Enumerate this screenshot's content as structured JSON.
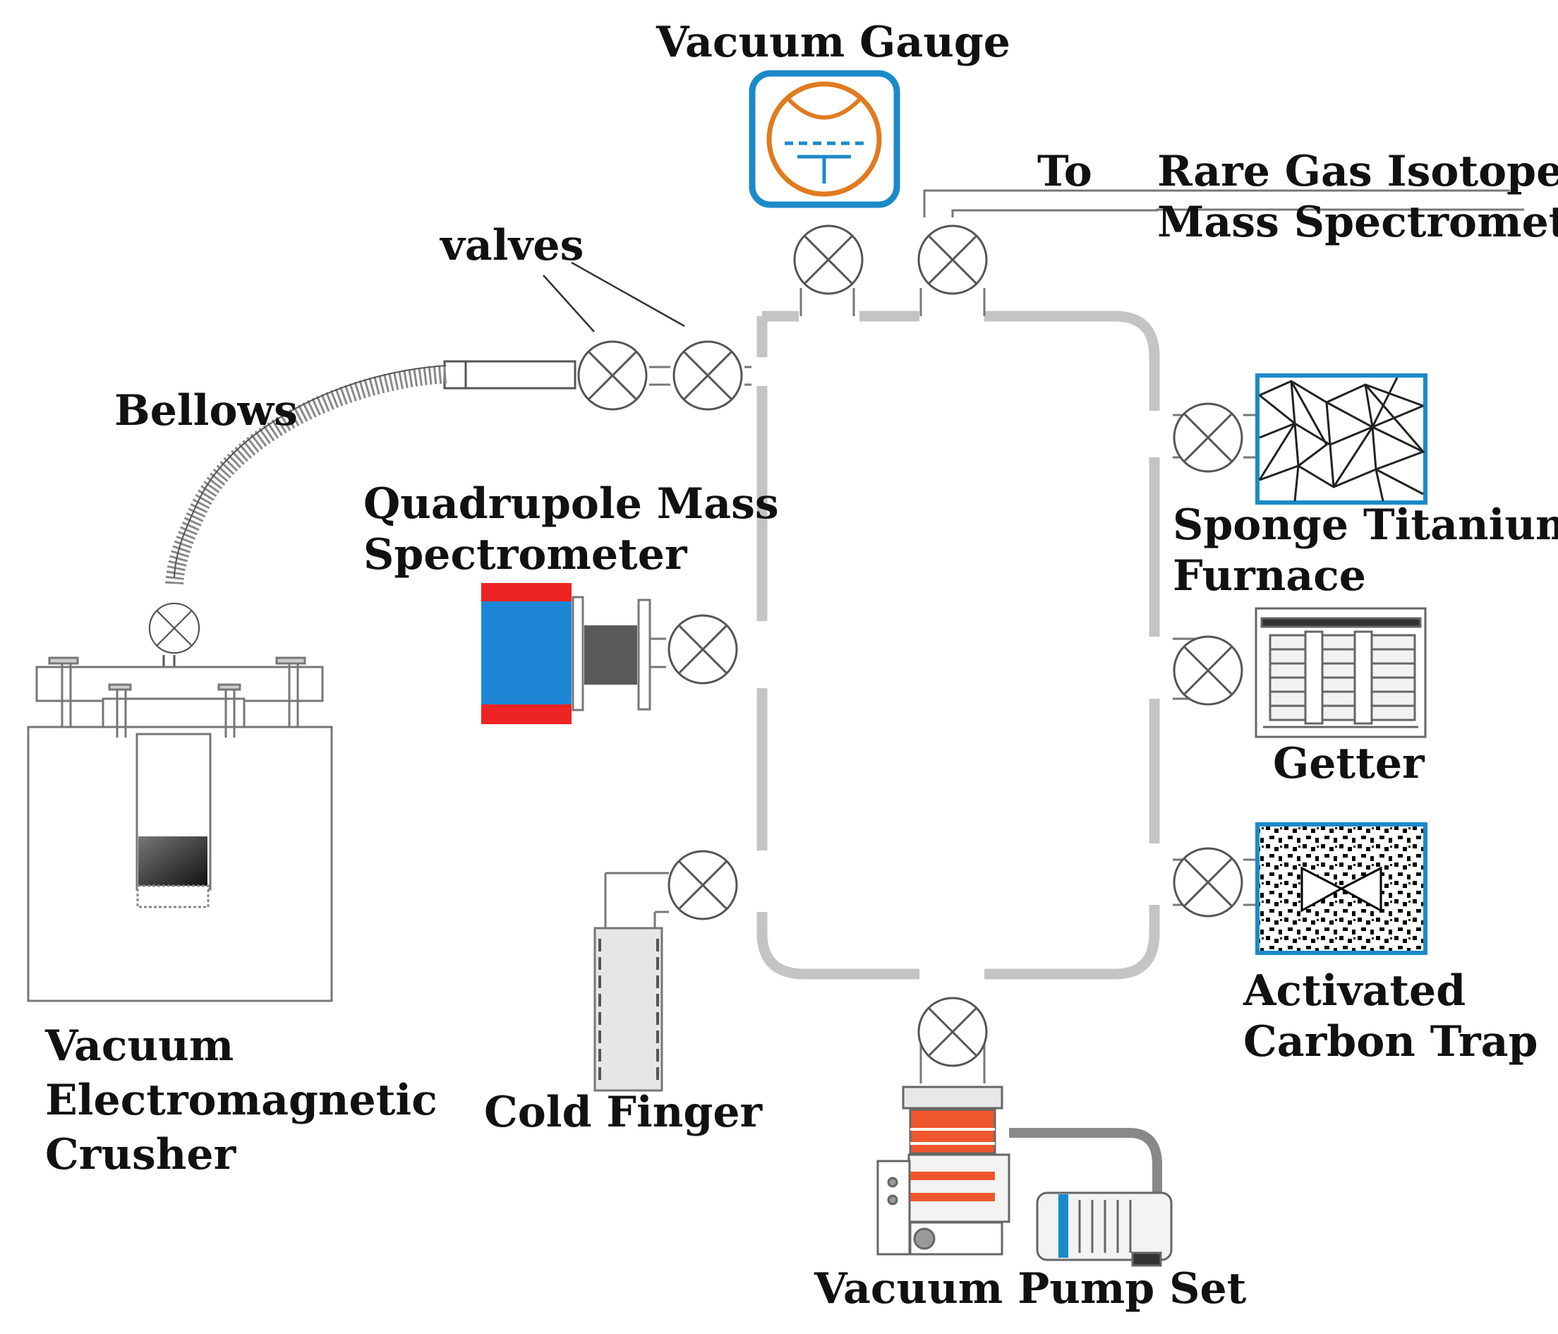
{
  "labels": {
    "vacuum_gauge": "Vacuum Gauge",
    "to": "To",
    "rare_gas_line1": "Rare Gas Isotope",
    "rare_gas_line2": "Mass Spectrometer",
    "valves": "valves",
    "bellows": "Bellows",
    "quadrupole_line1": "Quadrupole Mass",
    "quadrupole_line2": "Spectrometer",
    "sponge_line1": "Sponge Titanium",
    "sponge_line2": "Furnace",
    "getter": "Getter",
    "activated_line1": "Activated",
    "activated_line2": "Carbon Trap",
    "crusher_line1": "Vacuum",
    "crusher_line2": "Electromagnetic",
    "crusher_line3": "Crusher",
    "cold_finger": "Cold Finger",
    "pump_set": "Vacuum Pump Set"
  },
  "colors": {
    "pipe": "#c4c4c4",
    "gauge_border": "#1b8ac9",
    "gauge_symbol": "#e07b1f",
    "quadrupole_body": "#1f86d6",
    "quadrupole_caps": "#ee2323",
    "pump_bands": "#f0562e",
    "trap_border": "#1b8ac9"
  },
  "icons": {
    "valve": "valve-icon",
    "gauge": "vacuum-gauge-icon",
    "sponge": "sponge-titanium-icon",
    "getter": "getter-icon",
    "carbon": "activated-carbon-icon",
    "pump": "vacuum-pump-icon",
    "crusher": "crusher-icon",
    "cold_finger": "cold-finger-icon",
    "quadrupole": "quadrupole-icon",
    "bellows": "bellows-icon"
  }
}
